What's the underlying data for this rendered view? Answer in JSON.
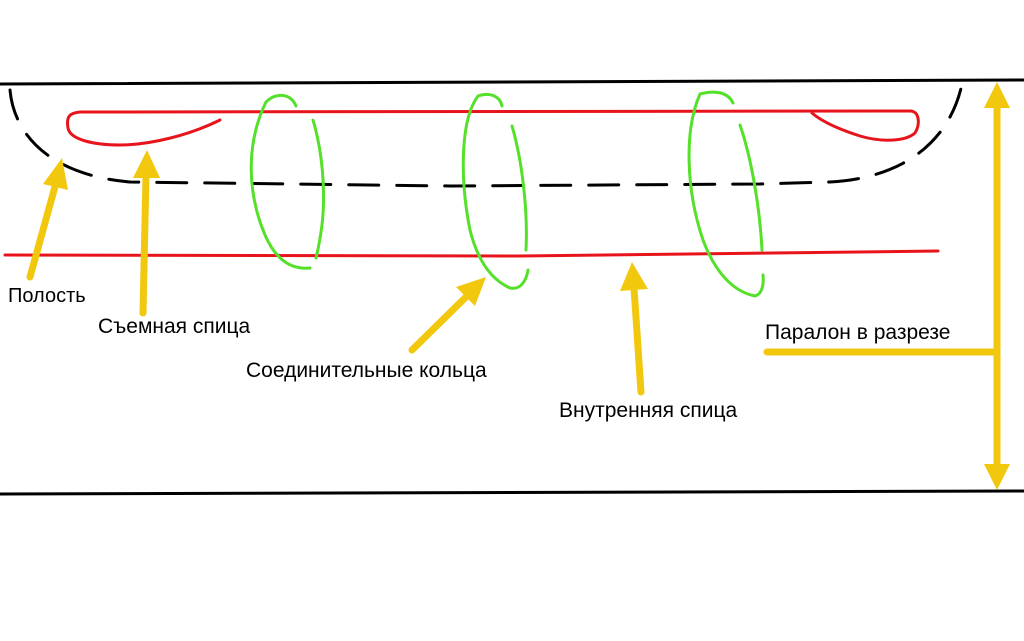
{
  "labels": {
    "cavity": "Полость",
    "removable_spoke": "Съемная спица",
    "connecting_rings": "Соединительные кольца",
    "inner_spoke": "Внутренняя спица",
    "foam_section": "Паралон в разрезе"
  },
  "colors": {
    "outline": "#000000",
    "spoke": "#e8141c",
    "ring": "#55e02a",
    "arrow": "#f2c80f"
  }
}
